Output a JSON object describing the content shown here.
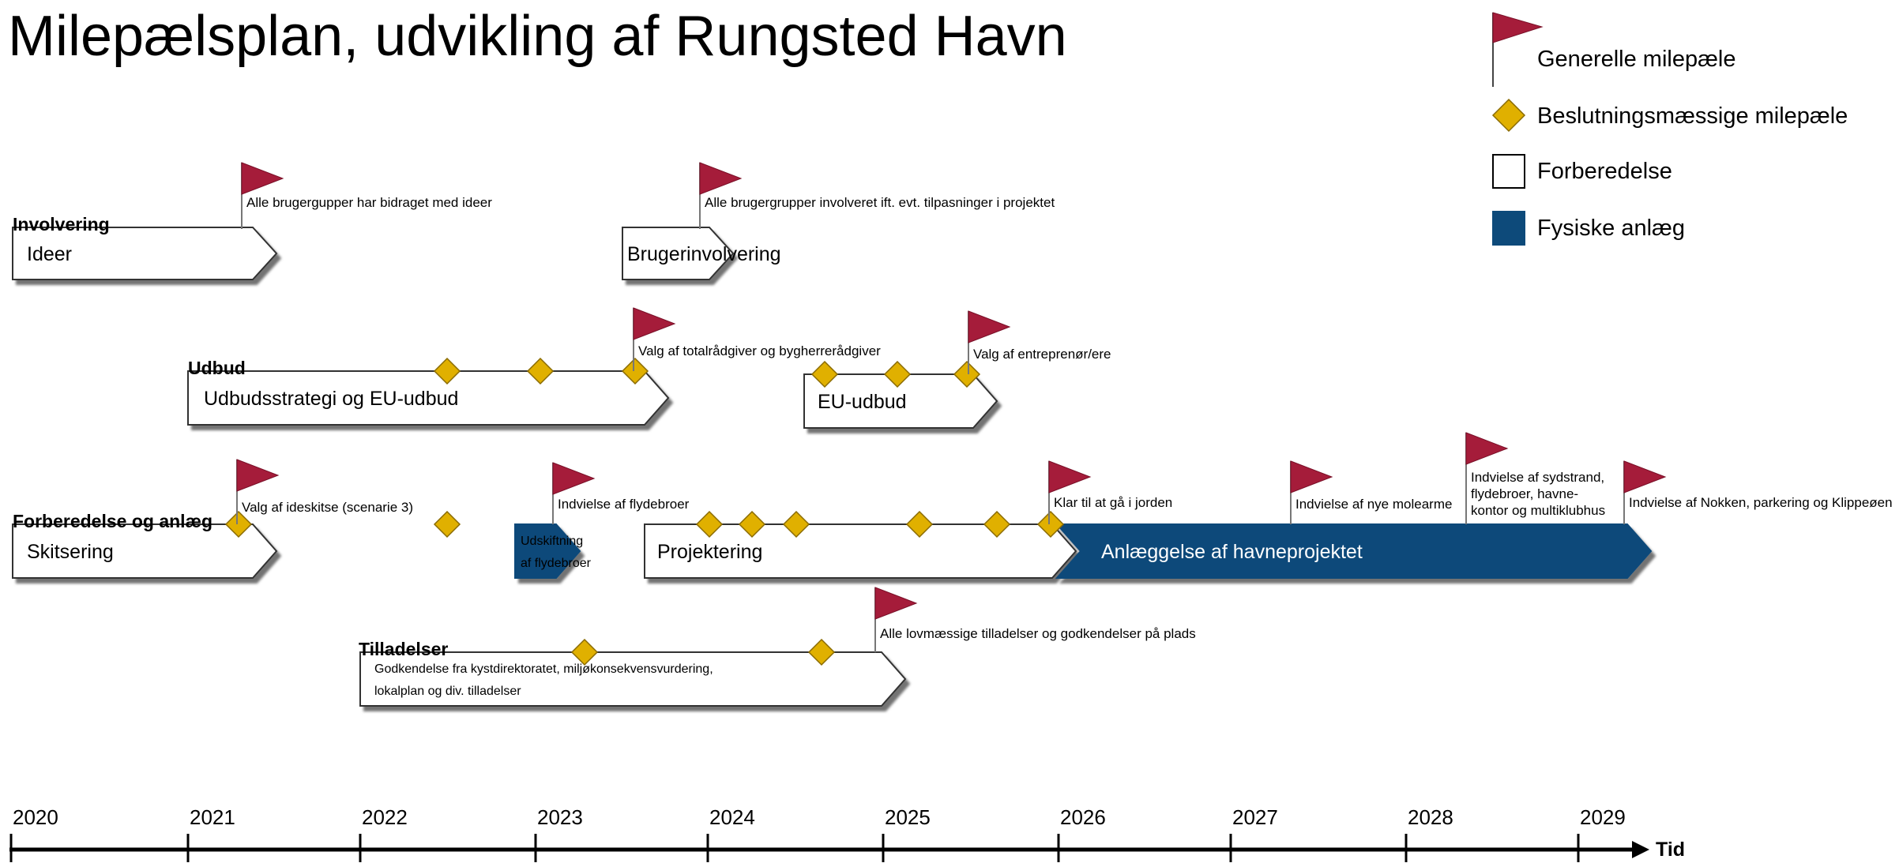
{
  "title": "Milepælsplan, udvikling af Rungsted Havn",
  "colors": {
    "flag": "#a51c3a",
    "diamond": "#e0b000",
    "diamond_stroke": "#8a6b00",
    "physical": "#0d4a7a",
    "preparation": "#ffffff",
    "outline": "#333333"
  },
  "legend": [
    {
      "icon": "flag",
      "label": "Generelle milepæle"
    },
    {
      "icon": "diamond",
      "label": "Beslutningsmæssige milepæle"
    },
    {
      "icon": "white-box",
      "label": "Forberedelse"
    },
    {
      "icon": "blue-box",
      "label": "Fysiske anlæg"
    }
  ],
  "lanes": [
    {
      "id": "involvering",
      "label": "Involvering"
    },
    {
      "id": "udbud",
      "label": "Udbud"
    },
    {
      "id": "forberedelse",
      "label": "Forberedelse og anlæg"
    },
    {
      "id": "tilladelser",
      "label": "Tilladelser"
    }
  ],
  "bars": [
    {
      "id": "ideer",
      "lines": [
        "Ideer"
      ],
      "kind": "preparation"
    },
    {
      "id": "brugerinvolvering",
      "lines": [
        "Brugerinvolvering"
      ],
      "kind": "preparation"
    },
    {
      "id": "udbudsstrategi",
      "lines": [
        "Udbudsstrategi og EU-udbud"
      ],
      "kind": "preparation"
    },
    {
      "id": "eu-udbud",
      "lines": [
        "EU-udbud"
      ],
      "kind": "preparation"
    },
    {
      "id": "skitsering",
      "lines": [
        "Skitsering"
      ],
      "kind": "preparation"
    },
    {
      "id": "udskiftning",
      "lines": [
        "Udskiftning",
        "af flydebroer"
      ],
      "kind": "physical"
    },
    {
      "id": "projektering",
      "lines": [
        "Projektering"
      ],
      "kind": "preparation"
    },
    {
      "id": "anlaeggelse",
      "lines": [
        "Anlæggelse af havneprojektet"
      ],
      "kind": "physical"
    },
    {
      "id": "godkendelse",
      "lines": [
        "Godkendelse fra kystdirektoratet, miljøkonsekvensvurdering,",
        "lokalplan og div. tilladelser"
      ],
      "kind": "preparation"
    }
  ],
  "flags": [
    {
      "id": "f-ideer",
      "lines": [
        "Alle brugergupper har bidraget med ideer"
      ]
    },
    {
      "id": "f-bruger",
      "lines": [
        "Alle brugergrupper involveret ift. evt. tilpasninger i projektet"
      ]
    },
    {
      "id": "f-totalraadgiver",
      "lines": [
        "Valg af totalrådgiver og bygherrerådgiver"
      ]
    },
    {
      "id": "f-entreprenor",
      "lines": [
        "Valg af entreprenør/ere"
      ]
    },
    {
      "id": "f-ideskitse",
      "lines": [
        "Valg af ideskitse (scenarie 3)"
      ]
    },
    {
      "id": "f-flydebroer",
      "lines": [
        "Indvielse af flydebroer"
      ]
    },
    {
      "id": "f-klar",
      "lines": [
        "Klar til at gå i jorden"
      ]
    },
    {
      "id": "f-molearme",
      "lines": [
        "Indvielse af nye molearme"
      ]
    },
    {
      "id": "f-sydstrand",
      "lines": [
        "Indvielse af sydstrand,",
        "flydebroer, havne-",
        "kontor og multiklubhus"
      ]
    },
    {
      "id": "f-nokken",
      "lines": [
        "Indvielse af Nokken, parkering og Klippeøen"
      ]
    },
    {
      "id": "f-tilladelser",
      "lines": [
        "Alle lovmæssige tilladelser og godkendelser på plads"
      ]
    }
  ],
  "timeline": {
    "years": [
      "2020",
      "2021",
      "2022",
      "2023",
      "2024",
      "2025",
      "2026",
      "2027",
      "2028",
      "2029"
    ],
    "end_label": "Tid"
  }
}
